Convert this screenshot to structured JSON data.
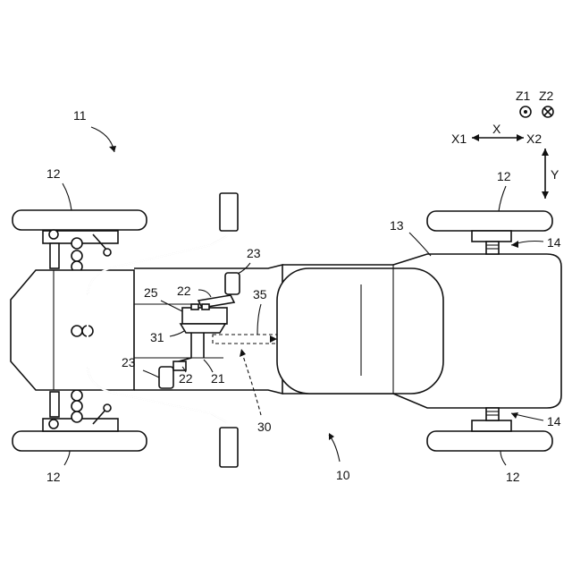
{
  "labels": {
    "vehicle": "10",
    "front_module": "11",
    "wheel_front_upper": "12",
    "wheel_front_lower": "12",
    "wheel_rear_upper": "12",
    "wheel_rear_lower": "12",
    "body": "13",
    "spring_upper": "14",
    "spring_lower": "14",
    "link_21": "21",
    "arm_upper": "22",
    "arm_lower": "22",
    "pedal_upper": "23",
    "pedal_lower": "23",
    "unit_25": "25",
    "assembly_30": "30",
    "part_31": "31",
    "shaft_35": "35"
  },
  "axes": {
    "x_label": "X",
    "x1_label": "X1",
    "x2_label": "X2",
    "y_label": "Y",
    "z1_label": "Z1",
    "z2_label": "Z2"
  },
  "colors": {
    "ink": "#111111",
    "paper": "#ffffff"
  }
}
